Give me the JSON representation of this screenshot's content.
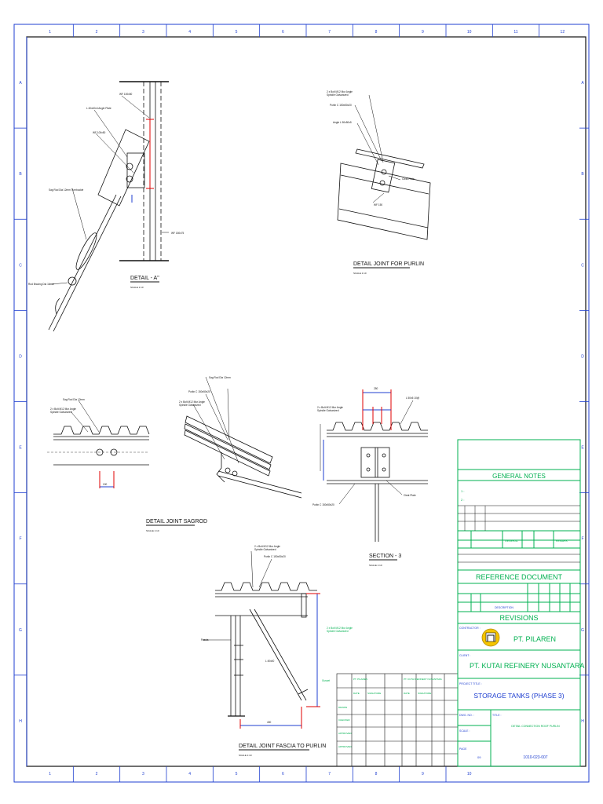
{
  "grid": {
    "columns": [
      "1",
      "2",
      "3",
      "4",
      "5",
      "6",
      "7",
      "8",
      "9",
      "10",
      "11",
      "12"
    ],
    "bottom_columns": [
      "1",
      "2",
      "3",
      "4",
      "5",
      "6",
      "7",
      "8",
      "9",
      "10"
    ],
    "rows": [
      "A",
      "B",
      "C",
      "D",
      "E",
      "F",
      "G",
      "H"
    ]
  },
  "details": {
    "detail_a": {
      "title": "DETAIL - A\"",
      "scale": "SCALE 1:10"
    },
    "joint_purlin": {
      "title": "DETAIL JOINT FOR PURLIN",
      "scale": "SCALE 1:10"
    },
    "joint_sagrod": {
      "title": "DETAIL JOINT SAGROD",
      "scale": "SCALE 1:10"
    },
    "section_3": {
      "title": "SECTION - 3",
      "scale": "SCALE 1:10"
    },
    "joint_fascia": {
      "title": "DETAIL JOINT FASCIA TO PURLIN",
      "scale": "SCALE 1:10"
    }
  },
  "title_block": {
    "general_notes": "GENERAL NOTES",
    "notes": [
      "1 :",
      "2 :"
    ],
    "reference_document": "REFERENCE DOCUMENT",
    "revisions": "REVISIONS",
    "contractor_label": "CONTRACTOR :",
    "contractor_name": "PT. PILAREN",
    "client_label": "CLIENT :",
    "client_name": "PT. KUTAI REFINERY NUSANTARA",
    "project_label": "PROJECT TITLE :",
    "project_name": "STORAGE TANKS (PHASE 3)",
    "dwg_label": "DWG. NO. :",
    "title_label": "TITLE :",
    "scale_label": "SCALE :",
    "page_label": "PAGE",
    "page_value": "09",
    "drawing_title": "DETAIL CONNECTION ROOF PURLIN",
    "drawing_no": "1010-023-007",
    "description_label": "DESCRIPTION",
    "general_label": "GENERAL",
    "remark_label": "REMARK"
  },
  "colors": {
    "frame": "#1f3fd0",
    "titleblock": "#00b050",
    "dimension": "#e00000",
    "drawing": "#111111"
  }
}
